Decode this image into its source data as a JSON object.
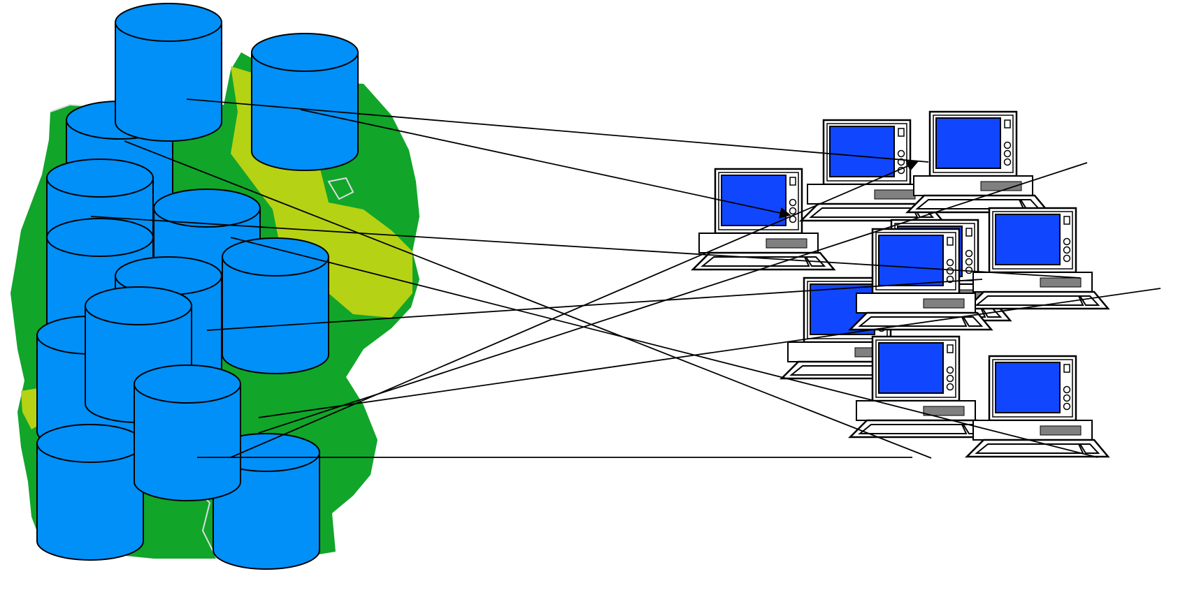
{
  "diagram": {
    "type": "distributed-databases-to-clients",
    "background_map": {
      "region": "germany-map",
      "fill_colors": [
        "#11a52a",
        "#b6d214"
      ]
    },
    "database_icon": {
      "icon": "database-cylinder-icon",
      "fill": "#0090f7",
      "stroke": "#000000"
    },
    "client_icon": {
      "icon": "desktop-computer-icon",
      "screen_color": "#1146ff",
      "body_color": "#ffffff",
      "drive_color": "#808080"
    },
    "databases": [
      {
        "id": "db1"
      },
      {
        "id": "db2"
      },
      {
        "id": "db3"
      },
      {
        "id": "db4"
      },
      {
        "id": "db5"
      },
      {
        "id": "db6"
      },
      {
        "id": "db7"
      },
      {
        "id": "db8"
      },
      {
        "id": "db9"
      },
      {
        "id": "db10"
      },
      {
        "id": "db11"
      },
      {
        "id": "db12"
      },
      {
        "id": "db13"
      }
    ],
    "clients": [
      {
        "id": "pc1"
      },
      {
        "id": "pc2"
      },
      {
        "id": "pc3"
      },
      {
        "id": "pc4"
      },
      {
        "id": "pc5"
      },
      {
        "id": "pc6"
      },
      {
        "id": "pc7"
      },
      {
        "id": "pc8"
      },
      {
        "id": "pc9"
      },
      {
        "id": "pc10"
      }
    ],
    "connections": [
      {
        "from": "db1",
        "to": "pc2"
      },
      {
        "from": "db2",
        "to": "pc1"
      },
      {
        "from": "db3",
        "to": "pc10"
      },
      {
        "from": "db4",
        "to": "pc5"
      },
      {
        "from": "db5",
        "to": "pc9"
      },
      {
        "from": "db10",
        "to": "pc6"
      },
      {
        "from": "db12",
        "to": "pc7"
      },
      {
        "from": "db12",
        "to": "pc2"
      },
      {
        "from": "db12",
        "to": "pc3"
      },
      {
        "from": "db12",
        "to": "pc8"
      }
    ]
  }
}
